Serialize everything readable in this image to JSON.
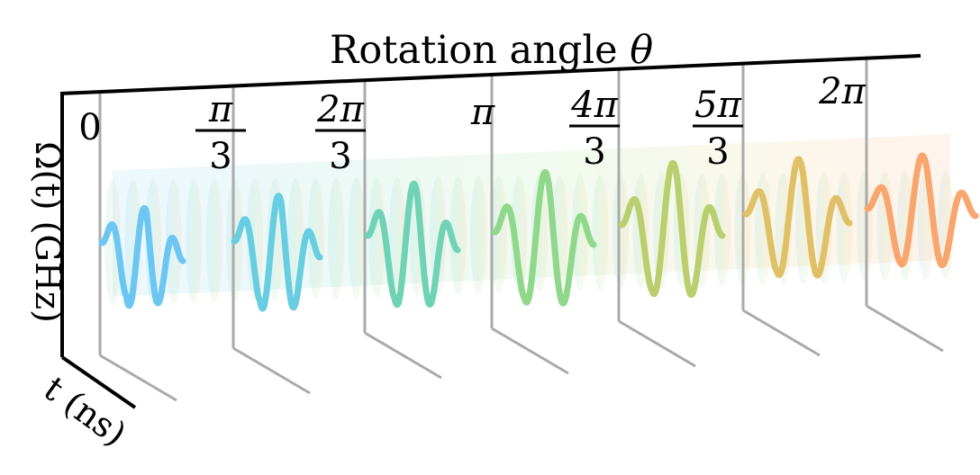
{
  "chart_data": {
    "type": "line",
    "title": "",
    "axes": {
      "top_label": "Rotation angle θ",
      "vertical_label": "Ω(t) (GHz)",
      "depth_label": "t (ns)"
    },
    "frames": [
      {
        "angle": "0",
        "numerator": "",
        "denominator": "",
        "color": "#6cc6f2"
      },
      {
        "angle": "π/3",
        "numerator": "π",
        "denominator": "3",
        "color": "#67cde0"
      },
      {
        "angle": "2π/3",
        "numerator": "2π",
        "denominator": "3",
        "color": "#6fd2b5"
      },
      {
        "angle": "π",
        "numerator": "",
        "denominator": "",
        "color": "#8fd88a"
      },
      {
        "angle": "4π/3",
        "numerator": "4π",
        "denominator": "3",
        "color": "#b9cf6e"
      },
      {
        "angle": "5π/3",
        "numerator": "5π",
        "denominator": "3",
        "color": "#e0c066"
      },
      {
        "angle": "2π",
        "numerator": "",
        "denominator": "",
        "color": "#f8a56e"
      }
    ]
  }
}
